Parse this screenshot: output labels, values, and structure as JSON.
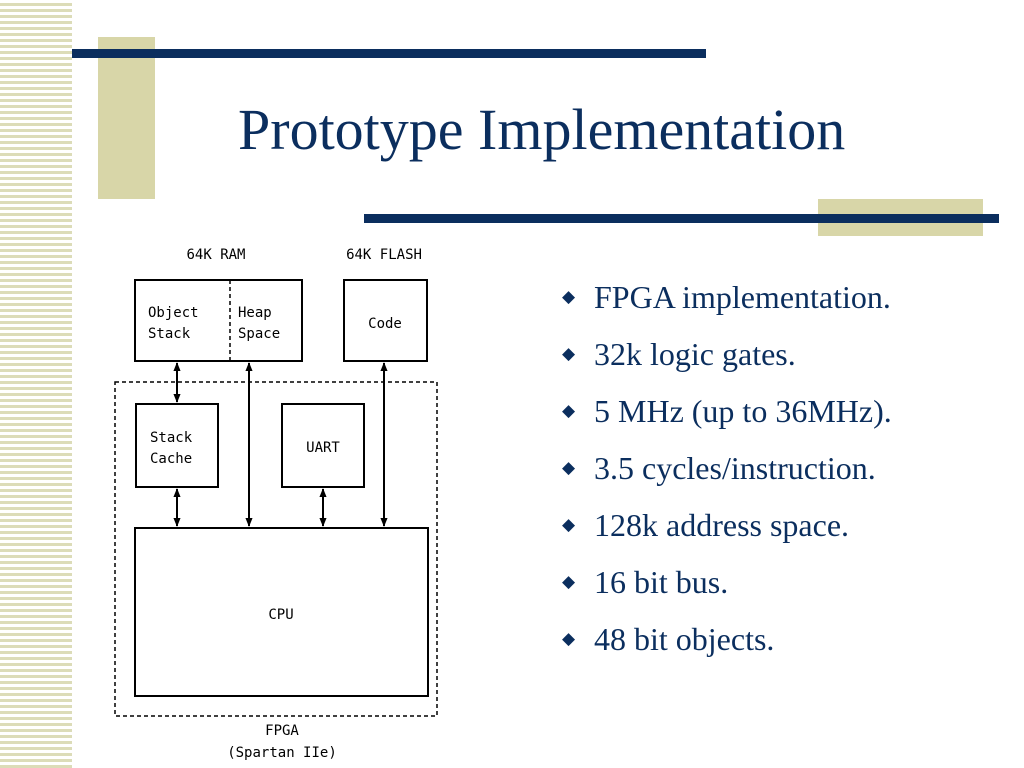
{
  "slide": {
    "title": "Prototype Implementation"
  },
  "diagram": {
    "ram_caption": "64K RAM",
    "flash_caption": "64K FLASH",
    "object_stack": [
      "Object",
      "Stack"
    ],
    "heap_space": [
      "Heap",
      "Space"
    ],
    "code": "Code",
    "stack_cache": [
      "Stack",
      "Cache"
    ],
    "uart": "UART",
    "cpu": "CPU",
    "fpga_caption": [
      "FPGA",
      "(Spartan IIe)"
    ]
  },
  "bullets": {
    "glyph": "◆",
    "items": [
      "FPGA implementation.",
      "32k logic gates.",
      "5 MHz (up to 36MHz).",
      "3.5 cycles/instruction.",
      "128k address space.",
      "16 bit bus.",
      "48 bit objects."
    ]
  },
  "colors": {
    "navy": "#0b2e5e",
    "khaki": "#d8d6a8"
  }
}
